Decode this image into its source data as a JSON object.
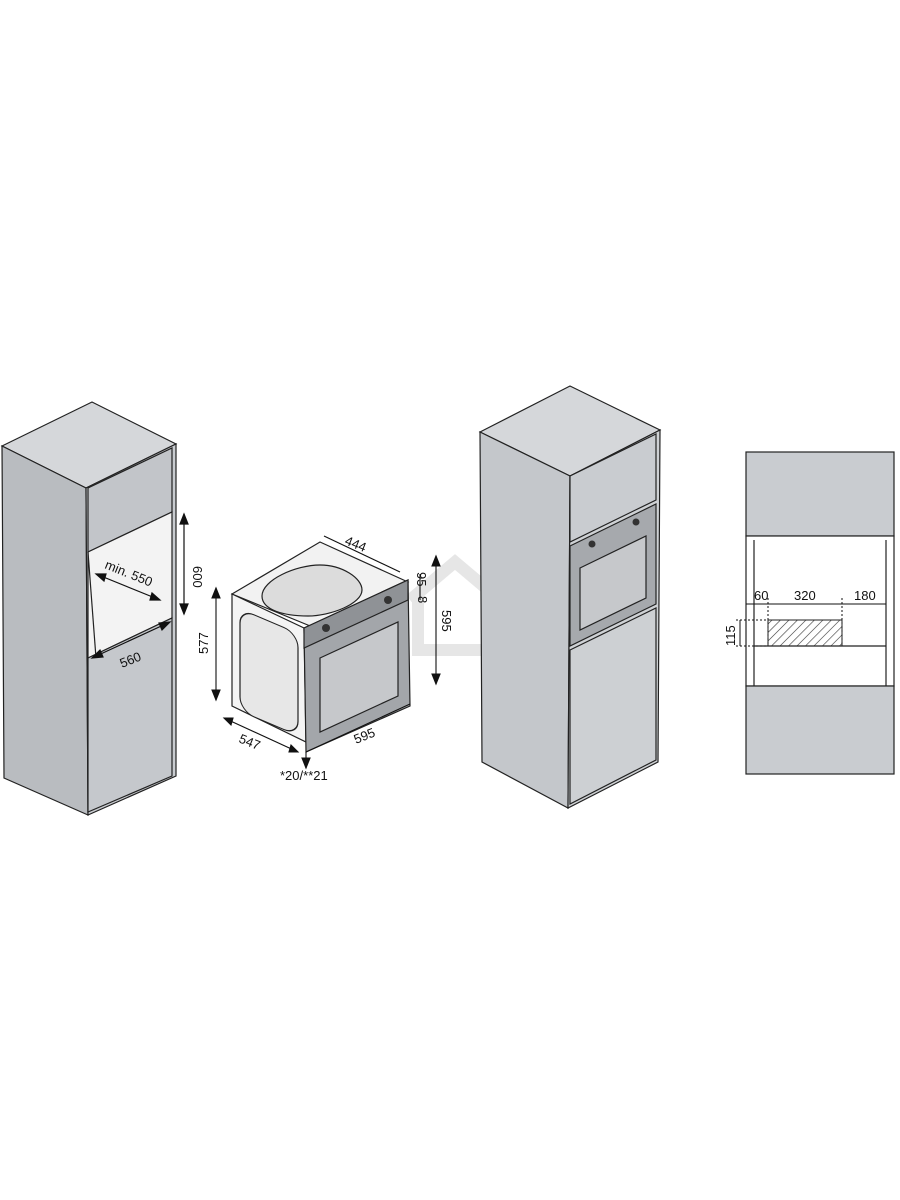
{
  "dimensions": {
    "cabinet_left": {
      "depth_min": "min. 550",
      "height": "600",
      "width": "560"
    },
    "oven": {
      "top_depth": "444",
      "top_height": "95",
      "gap": "8",
      "side_height": "577",
      "front_height": "595",
      "depth": "547",
      "width": "595",
      "offset": "*20/**21"
    },
    "cutout": {
      "left": "60",
      "middle": "320",
      "right": "180",
      "height": "115"
    }
  },
  "colors": {
    "cabinet_front": "#c8cbcf",
    "cabinet_side": "#b8bbbf",
    "cabinet_top": "#d5d7da",
    "oven_frame": "#9fa2a6",
    "line": "#222222"
  }
}
